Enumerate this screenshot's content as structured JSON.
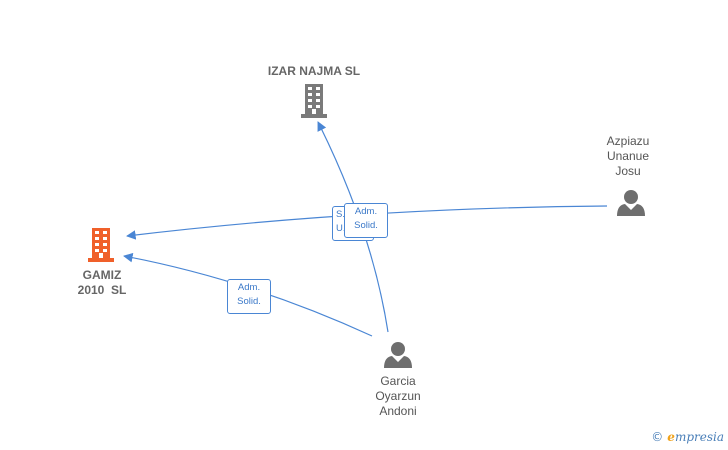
{
  "nodes": {
    "izar": {
      "lines": [
        "IZAR NAJMA SL"
      ],
      "type": "company"
    },
    "gamiz": {
      "lines": [
        "GAMIZ",
        "2010  SL"
      ],
      "type": "company",
      "color": "#f0602a"
    },
    "azpiazu": {
      "lines": [
        "Azpiazu",
        "Unanue",
        "Josu"
      ],
      "type": "person"
    },
    "garcia": {
      "lines": [
        "Garcia",
        "Oyarzun",
        "Andoni"
      ],
      "type": "person"
    }
  },
  "edge_labels": {
    "garcia_gamiz": [
      "Adm.",
      "Solid."
    ],
    "back_label": [
      "S...",
      "U..."
    ],
    "azpiazu_gamiz": [
      "Adm.",
      "Solid."
    ]
  },
  "colors": {
    "edge": "#4a86d4",
    "company_icon": "#7a7a7a",
    "highlight_icon": "#f0602a",
    "person_icon": "#6e6e6e"
  },
  "watermark": {
    "copyright": "©",
    "brand_initial": "e",
    "brand_rest": "mpresia"
  }
}
